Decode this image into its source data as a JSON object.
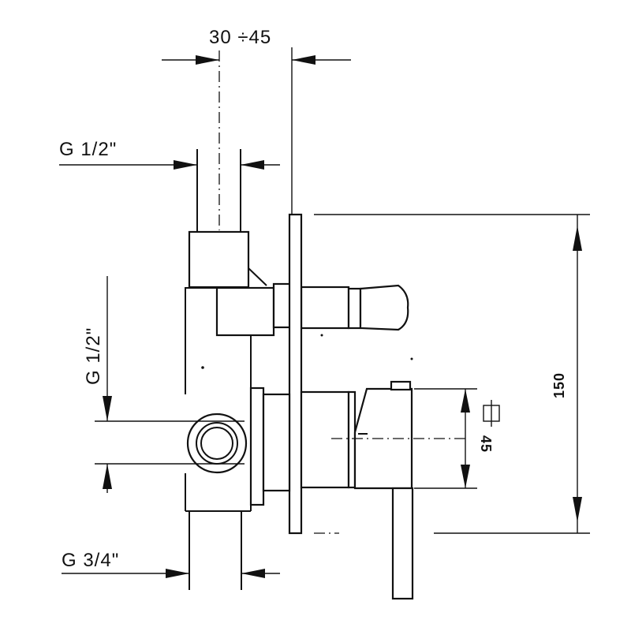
{
  "dimensions": {
    "wall_depth": "30 ÷45",
    "top_inlet": "G 1/2\"",
    "side_outlet": "G 1/2\"",
    "bottom_inlet": "G 3/4\"",
    "plate_height": "150",
    "handle_square": "45"
  }
}
